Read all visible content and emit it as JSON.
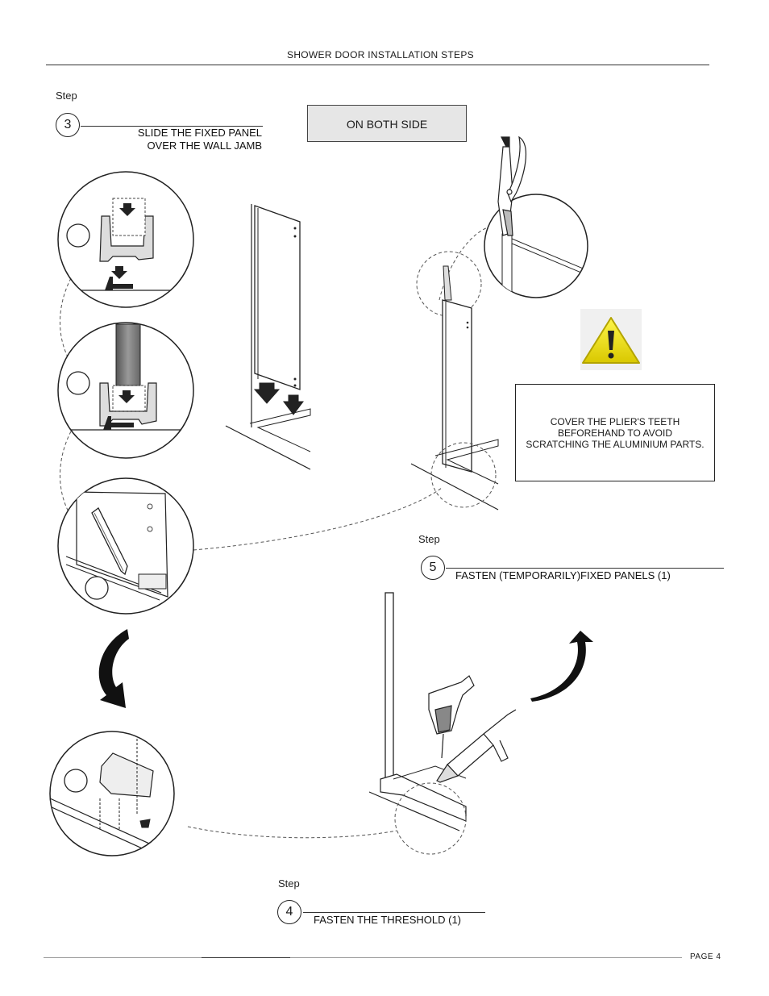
{
  "header": {
    "title": "SHOWER DOOR INSTALLATION STEPS"
  },
  "steps": [
    {
      "word": "Step",
      "number": "3",
      "text_line1": "SLIDE THE FIXED PANEL",
      "text_line2": "OVER THE WALL JAMB"
    },
    {
      "word": "Step",
      "number": "5",
      "text": "FASTEN (TEMPORARILY)FIXED PANELS (1)"
    },
    {
      "word": "Step",
      "number": "4",
      "text": "FASTEN THE THRESHOLD (1)"
    }
  ],
  "note": {
    "both_side": "ON BOTH SIDE"
  },
  "warning": {
    "line1": "COVER THE PLIER'S TEETH",
    "line2": "BEFOREHAND TO AVOID",
    "line3": "SCRATCHING THE ALUMINIUM PARTS.",
    "icon": "warning-triangle-icon",
    "color": "#f2e100"
  },
  "footer": {
    "page_label": "PAGE 4"
  }
}
